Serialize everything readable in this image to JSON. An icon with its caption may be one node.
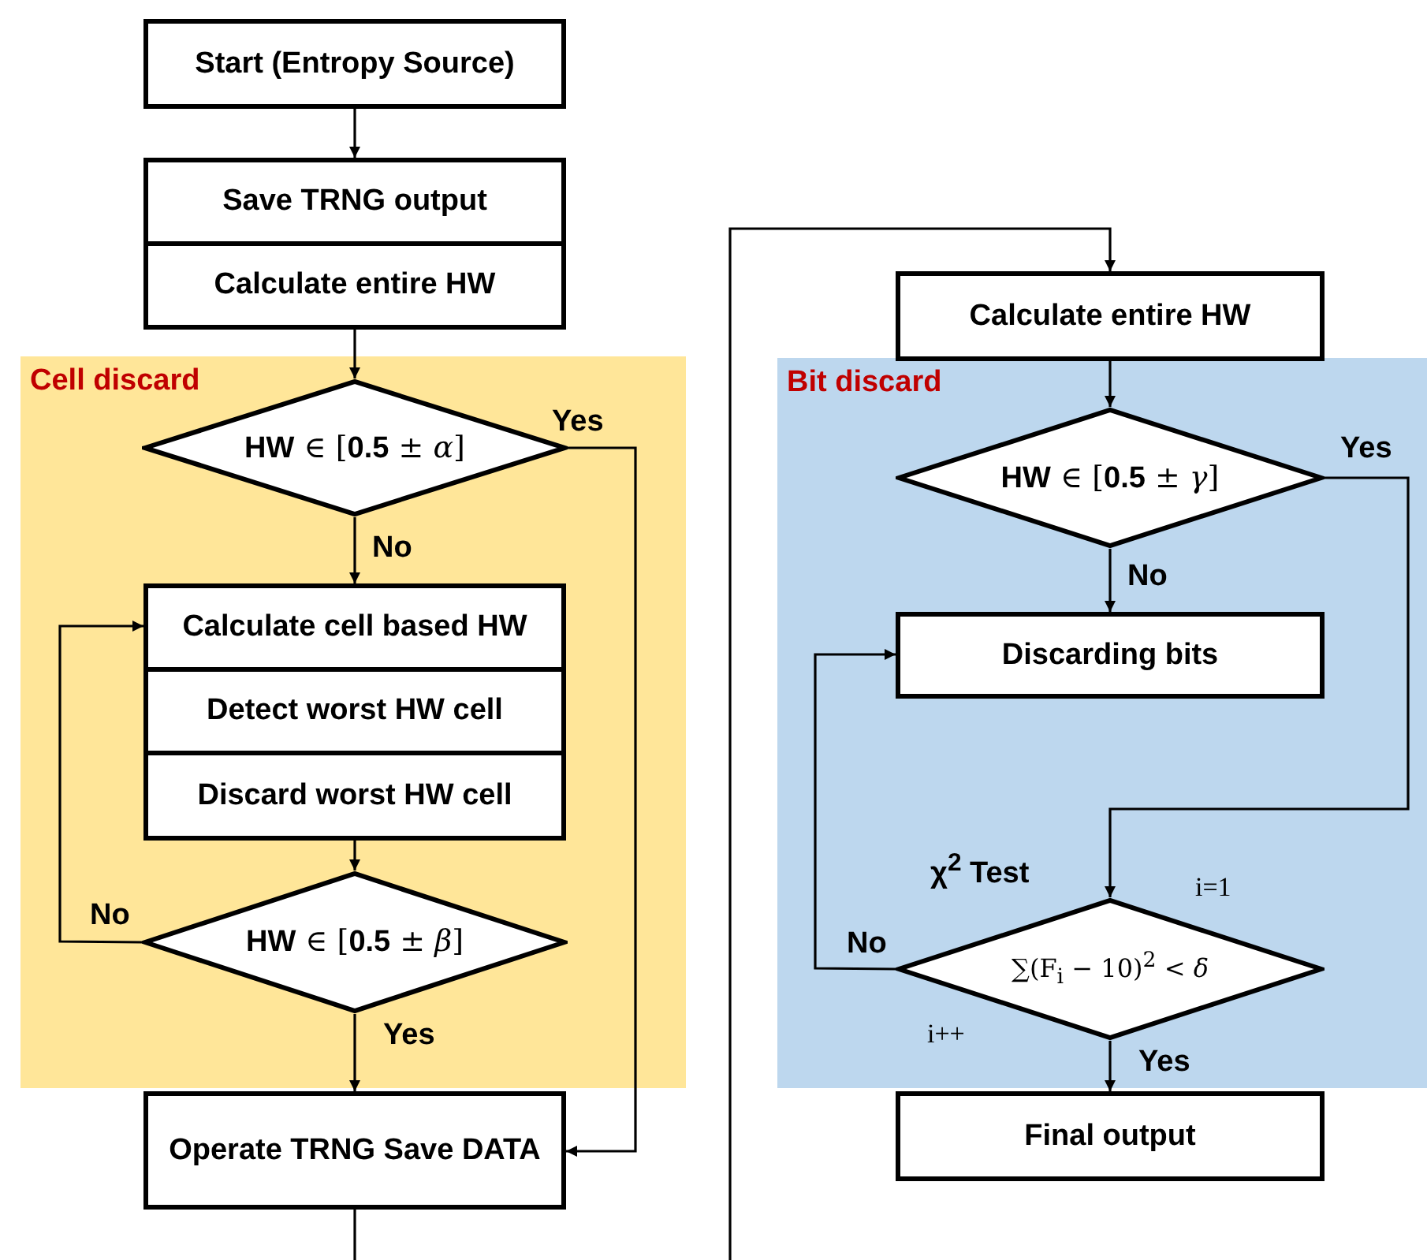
{
  "diagram": {
    "nodes": [
      {
        "text": [
          "Cell discard"
        ]
      },
      {
        "text": [
          "Start (Entropy Source)"
        ]
      },
      {
        "text": [
          "Save TRNG output"
        ]
      },
      {
        "text": [
          "Calculate entire HW"
        ]
      },
      {
        "text": [
          "**HW** ∈ [**0.5** ± *α*]"
        ],
        "in": 0
      },
      {
        "text": [
          "Calculate cell based HW"
        ],
        "in": 0
      },
      {
        "text": [
          "Detect worst HW cell"
        ],
        "in": 0
      },
      {
        "text": [
          "Discard worst HW cell"
        ],
        "in": 0
      },
      {
        "text": [
          "**HW** ∈ [**0.5** ± *β*]"
        ],
        "in": 0
      },
      {
        "text": [
          "Operate TRNG Save DATA"
        ]
      },
      {
        "text": [
          "Bit discard"
        ]
      },
      {
        "text": [
          "Calculate entire HW"
        ]
      },
      {
        "text": [
          "**HW** ∈ [**0.5** ± *γ*]"
        ],
        "in": 10
      },
      {
        "text": [
          "Discarding bits"
        ],
        "in": 10
      },
      {
        "text": [
          "∑(F$_{i}$ − 10)$^{2}$ < *δ*"
        ],
        "in": 10,
        "beside": [
          "χ$^{2}$ Test",
          "i=1",
          "i++"
        ]
      },
      {
        "text": [
          "Final output"
        ]
      }
    ],
    "edges": [
      {
        "from": 1,
        "to": 2,
        "arrow": "to"
      },
      {
        "from": 3,
        "to": 4,
        "arrow": "to"
      },
      {
        "from": 4,
        "to": 9,
        "arrow": "to",
        "label": "Yes"
      },
      {
        "from": 4,
        "to": 5,
        "arrow": "to",
        "label": "No"
      },
      {
        "from": 7,
        "to": 8,
        "arrow": "to"
      },
      {
        "from": 8,
        "to": 5,
        "arrow": "to",
        "label": "No"
      },
      {
        "from": 8,
        "to": 9,
        "arrow": "to",
        "label": "Yes"
      },
      {
        "from": 9,
        "to": null,
        "arrow": "none"
      },
      {
        "from": null,
        "to": 11,
        "arrow": "to"
      },
      {
        "from": 11,
        "to": 12,
        "arrow": "to"
      },
      {
        "from": 12,
        "to": 13,
        "arrow": "to",
        "label": "No"
      },
      {
        "from": 12,
        "to": 14,
        "arrow": "to",
        "label": "Yes"
      },
      {
        "from": 14,
        "to": 13,
        "arrow": "to",
        "label": "No"
      },
      {
        "from": 14,
        "to": 15,
        "arrow": "to",
        "label": "Yes"
      }
    ]
  }
}
